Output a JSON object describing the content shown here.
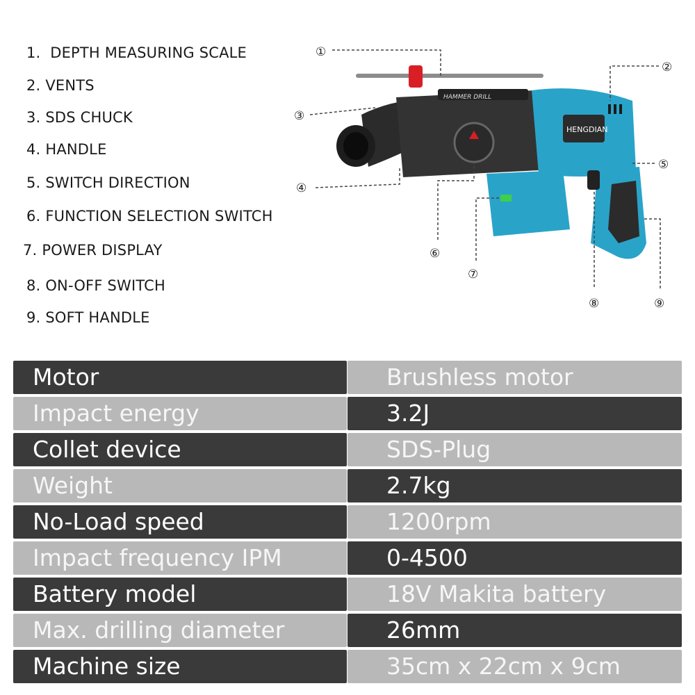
{
  "features": [
    {
      "num": "1.",
      "text": "DEPTH MEASURING SCALE"
    },
    {
      "num": "2.",
      "text": "VENTS"
    },
    {
      "num": "3.",
      "text": "SDS CHUCK"
    },
    {
      "num": "4.",
      "text": "HANDLE"
    },
    {
      "num": "5.",
      "text": "SWITCH DIRECTION"
    },
    {
      "num": "6.",
      "text": "FUNCTION SELECTION SWITCH"
    },
    {
      "num": "7.",
      "text": "POWER DISPLAY"
    },
    {
      "num": "8.",
      "text": "ON-OFF SWITCH"
    },
    {
      "num": "9.",
      "text": "SOFT HANDLE"
    }
  ],
  "product": {
    "brand": "HENGDIAN",
    "model_label": "HAMMER DRILL",
    "callouts": [
      "①",
      "②",
      "③",
      "④",
      "⑤",
      "⑥",
      "⑦",
      "⑧",
      "⑨"
    ],
    "colors": {
      "body": "#2aa3c9",
      "grip": "#2b2b2b",
      "accent": "#d81f26"
    }
  },
  "specs": [
    {
      "label": "Motor",
      "value": "Brushless motor"
    },
    {
      "label": "Impact energy",
      "value": "3.2J"
    },
    {
      "label": "Collet device",
      "value": "SDS-Plug"
    },
    {
      "label": "Weight",
      "value": "2.7kg"
    },
    {
      "label": "No-Load speed",
      "value": "1200rpm"
    },
    {
      "label": "Impact frequency IPM",
      "value": "0-4500"
    },
    {
      "label": "Battery model",
      "value": "18V Makita battery"
    },
    {
      "label": "Max. drilling diameter",
      "value": "26mm"
    },
    {
      "label": "Machine size",
      "value": "35cm x 22cm x 9cm"
    }
  ]
}
